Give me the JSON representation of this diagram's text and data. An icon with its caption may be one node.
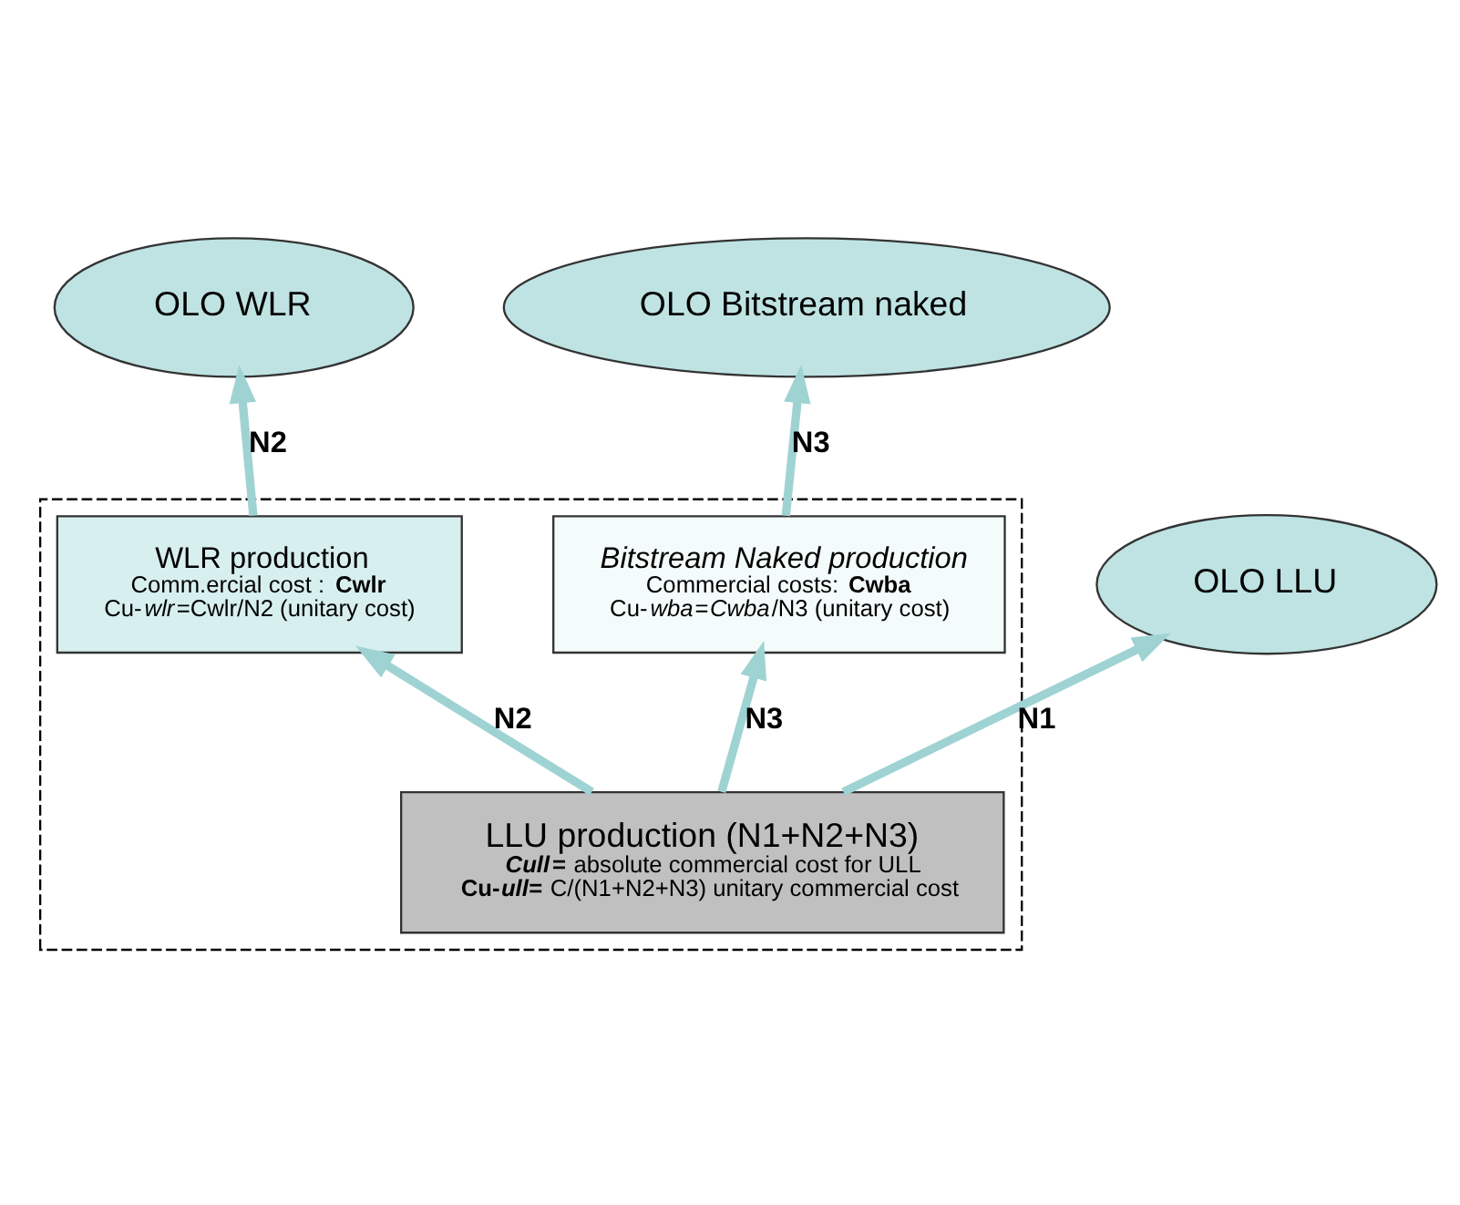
{
  "diagram": {
    "nodes": [
      {
        "text": [
          "OLO WLR"
        ]
      },
      {
        "text": [
          "OLO Bitstream naked"
        ]
      },
      {
        "text": [
          "OLO LLU"
        ]
      },
      {
        "text": [],
        "shape": "box"
      },
      {
        "text": [
          "WLR production",
          "Comm.ercial cost : **Cwlr**",
          "Cu-*wlr*=Cwlr/N2 (unitary cost)"
        ],
        "in": 3
      },
      {
        "text": [
          "Bitstream Naked production",
          "Commercial costs: **Cwba**",
          "Cu-*wba*=*Cwba*/N3 (unitary cost)"
        ],
        "in": 3
      },
      {
        "text": [
          "LLU production (N1+N2+N3)",
          "***Cull*=** absolute commercial cost for ULL",
          "**Cu-*ull*=** C/(N1+N2+N3) unitary commercial cost"
        ],
        "in": 3
      }
    ],
    "edges": [
      {
        "from": 4,
        "to": 0,
        "arrow": "to",
        "label": "N2"
      },
      {
        "from": 5,
        "to": 1,
        "arrow": "to",
        "label": "N3"
      },
      {
        "from": 6,
        "to": 4,
        "arrow": "to",
        "label": "N2"
      },
      {
        "from": 6,
        "to": 5,
        "arrow": "to",
        "label": "N3"
      },
      {
        "from": 6,
        "to": 2,
        "arrow": "to",
        "label": "N1"
      }
    ]
  }
}
